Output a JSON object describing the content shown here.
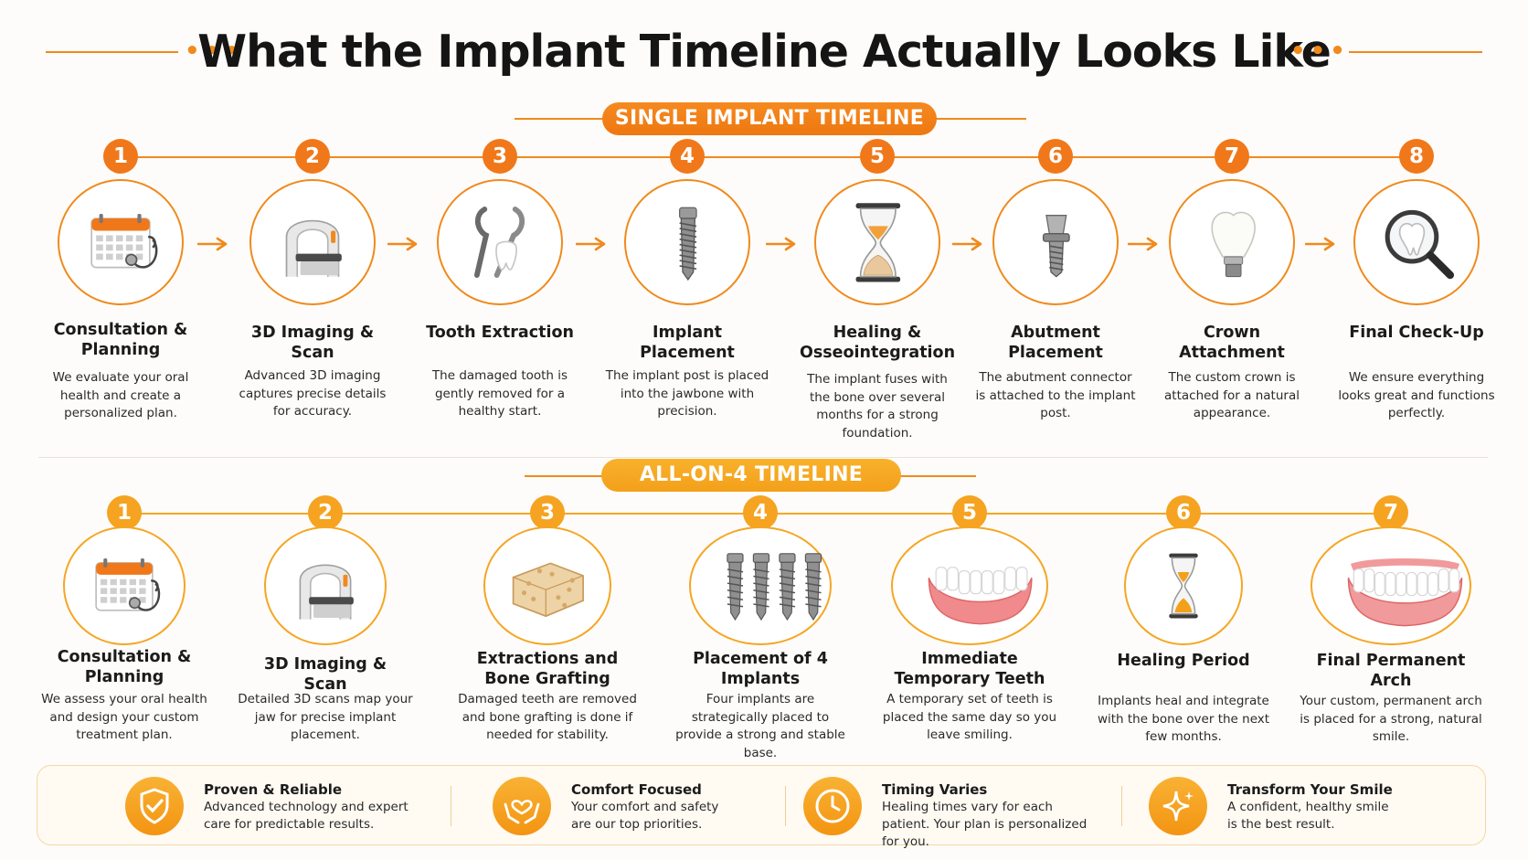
{
  "title": "What the Implant Timeline Actually Looks Like",
  "single": {
    "label": "SINGLE IMPLANT TIMELINE",
    "steps": [
      {
        "num": "1",
        "title": "Consultation & Planning",
        "desc": "We evaluate your oral health and create a personalized plan.",
        "icon": "calendar-stethoscope-icon"
      },
      {
        "num": "2",
        "title": "3D Imaging & Scan",
        "desc": "Advanced 3D imaging captures precise details for accuracy.",
        "icon": "ct-scanner-icon"
      },
      {
        "num": "3",
        "title": "Tooth Extraction",
        "desc": "The damaged tooth is gently removed for a healthy start.",
        "icon": "forceps-tooth-icon"
      },
      {
        "num": "4",
        "title": "Implant Placement",
        "desc": "The implant post is placed into the jawbone with precision.",
        "icon": "implant-screw-icon"
      },
      {
        "num": "5",
        "title": "Healing & Osseointegration",
        "desc": "The implant fuses with the bone over several months for a strong foundation.",
        "icon": "hourglass-bone-icon"
      },
      {
        "num": "6",
        "title": "Abutment Placement",
        "desc": "The abutment connector is attached to the implant post.",
        "icon": "abutment-icon"
      },
      {
        "num": "7",
        "title": "Crown Attachment",
        "desc": "The custom crown is attached for a natural appearance.",
        "icon": "crown-icon"
      },
      {
        "num": "8",
        "title": "Final Check-Up",
        "desc": "We ensure everything looks great and functions perfectly.",
        "icon": "magnifier-tooth-icon"
      }
    ]
  },
  "allon4": {
    "label": "ALL-ON-4 TIMELINE",
    "steps": [
      {
        "num": "1",
        "title": "Consultation & Planning",
        "desc": "We assess your oral health and design your custom treatment plan.",
        "icon": "calendar-stethoscope-icon"
      },
      {
        "num": "2",
        "title": "3D Imaging & Scan",
        "desc": "Detailed 3D scans map your jaw for precise implant placement.",
        "icon": "ct-scanner-icon"
      },
      {
        "num": "3",
        "title": "Extractions and Bone Grafting",
        "desc": "Damaged teeth are removed and bone grafting is done if needed for stability.",
        "icon": "bone-graft-icon"
      },
      {
        "num": "4",
        "title": "Placement of 4 Implants",
        "desc": "Four implants are strategically placed to provide a strong and stable base.",
        "icon": "four-implants-icon"
      },
      {
        "num": "5",
        "title": "Immediate Temporary Teeth",
        "desc": "A temporary set of teeth is placed the same day so you leave smiling.",
        "icon": "temporary-denture-icon"
      },
      {
        "num": "6",
        "title": "Healing Period",
        "desc": "Implants heal and integrate with the bone over the next few months.",
        "icon": "hourglass-icon"
      },
      {
        "num": "7",
        "title": "Final Permanent Arch",
        "desc": "Your custom, permanent arch is placed for a strong, natural smile.",
        "icon": "permanent-arch-icon"
      }
    ]
  },
  "features": [
    {
      "title": "Proven & Reliable",
      "desc": "Advanced technology and expert care for predictable results.",
      "icon": "shield-check-icon"
    },
    {
      "title": "Comfort Focused",
      "desc": "Your comfort and safety are our top priorities.",
      "icon": "hands-heart-icon"
    },
    {
      "title": "Timing Varies",
      "desc": "Healing times vary for each patient. Your plan is personalized for you.",
      "icon": "clock-icon"
    },
    {
      "title": "Transform Your Smile",
      "desc": "A confident, healthy smile is the best result.",
      "icon": "sparkle-icon"
    }
  ],
  "colors": {
    "orange": "#f08a1c",
    "gold": "#f5a623"
  }
}
